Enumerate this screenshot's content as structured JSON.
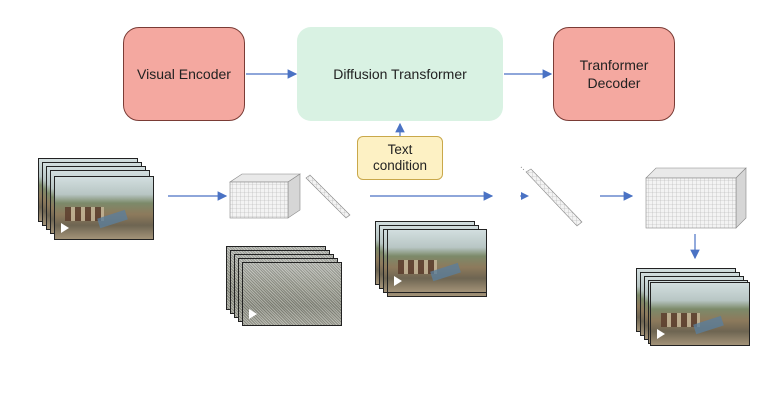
{
  "blocks": {
    "visual_encoder": "Visual Encoder",
    "diffusion_transformer": "Diffusion Transformer",
    "transformer_decoder": "Tranformer\nDecoder",
    "text_condition": "Text\ncondition"
  },
  "colors": {
    "encoder_fill": "#f4a8a0",
    "dit_fill": "#d9f2e3",
    "text_fill": "#fdf1c4",
    "arrow": "#4a72c4"
  },
  "icons": [
    "play-icon"
  ]
}
